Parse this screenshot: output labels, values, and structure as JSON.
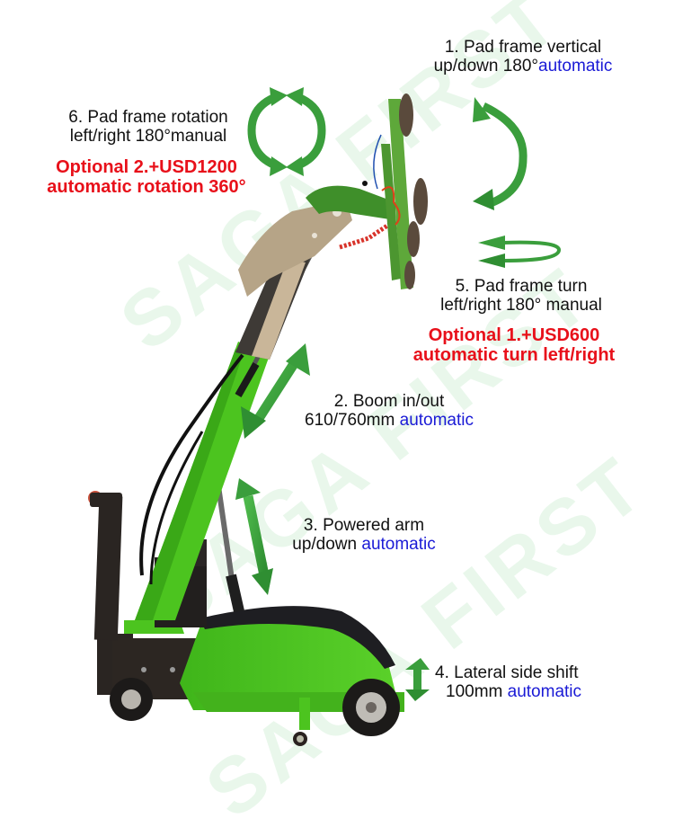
{
  "watermark": {
    "text_1": "SAGA FIRST",
    "text_2": "SAGA FIRST",
    "text_3": "SAGA FIRST"
  },
  "features": [
    {
      "number": "1.",
      "line1": "Pad frame vertical",
      "line2_prefix": "up/down 180°",
      "line2_mode": "automatic"
    },
    {
      "number": "2.",
      "line1": "Boom in/out",
      "line2_prefix": "610/760mm ",
      "line2_mode": "automatic"
    },
    {
      "number": "3.",
      "line1": "Powered arm",
      "line2_prefix": "up/down ",
      "line2_mode": "automatic"
    },
    {
      "number": "4.",
      "line1": "Lateral side shift",
      "line2_prefix": "100mm ",
      "line2_mode": "automatic"
    },
    {
      "number": "5.",
      "line1": "Pad frame turn",
      "line2_prefix": "left/right 180° manual",
      "line2_mode": ""
    },
    {
      "number": "6.",
      "line1": "Pad frame rotation",
      "line2_prefix": "left/right 180°manual",
      "line2_mode": ""
    }
  ],
  "options": [
    {
      "line1": "Optional 1.+USD600",
      "line2": "automatic turn left/right",
      "applies_to": "5"
    },
    {
      "line1": "Optional 2.+USD1200",
      "line2": "automatic rotation 360°",
      "applies_to": "6"
    }
  ],
  "colors": {
    "arrow_green": "#3a9e3c",
    "machine_green": "#4cc41f",
    "optional_red": "#e8101a",
    "automatic_blue": "#1a1ad6",
    "text_black": "#111111"
  },
  "icons": {
    "rotation": "circular-double-arrow-icon",
    "vertical": "curved-up-down-arrow-icon",
    "turn": "horizontal-u-turn-arrow-icon",
    "boom": "diagonal-double-arrow-icon",
    "arm": "vertical-double-arrow-icon",
    "shift": "short-vertical-double-arrow-icon"
  }
}
